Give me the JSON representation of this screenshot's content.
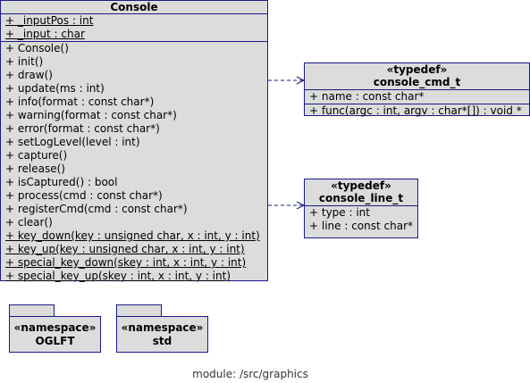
{
  "console": {
    "name": "Console",
    "attributes": [
      "+ _inputPos : int",
      "+ _input : char"
    ],
    "methods": [
      "+ Console()",
      "+ init()",
      "+ draw()",
      "+ update(ms : int)",
      "+ info(format : const char*)",
      "+ warning(format : const char*)",
      "+ error(format : const char*)",
      "+ setLogLevel(level : int)",
      "+ capture()",
      "+ release()",
      "+ isCaptured() : bool",
      "+ process(cmd : const char*)",
      "+ registerCmd(cmd : const char*)",
      "+ clear()"
    ],
    "static_methods": [
      "+ key_down(key : unsigned char, x : int, y : int)",
      "+ key_up(key : unsigned char, x : int, y : int)",
      "+ special_key_down(skey : int, x : int, y : int)",
      "+ special_key_up(skey : int, x : int, y : int)"
    ]
  },
  "cmd_t": {
    "stereotype": "«typedef»",
    "name": "console_cmd_t",
    "fields": [
      "+ name : const char*",
      "+ func(argc : int, argv : char*[]) : void *"
    ]
  },
  "line_t": {
    "stereotype": "«typedef»",
    "name": "console_line_t",
    "fields": [
      "+ type : int",
      "+ line : const char*"
    ]
  },
  "namespaces": [
    {
      "stereotype": "«namespace»",
      "name": "OGLFT"
    },
    {
      "stereotype": "«namespace»",
      "name": "std"
    }
  ],
  "caption": "module: /src/graphics",
  "colors": {
    "border": "#1a1a8a",
    "fill": "#dcdcdc"
  }
}
